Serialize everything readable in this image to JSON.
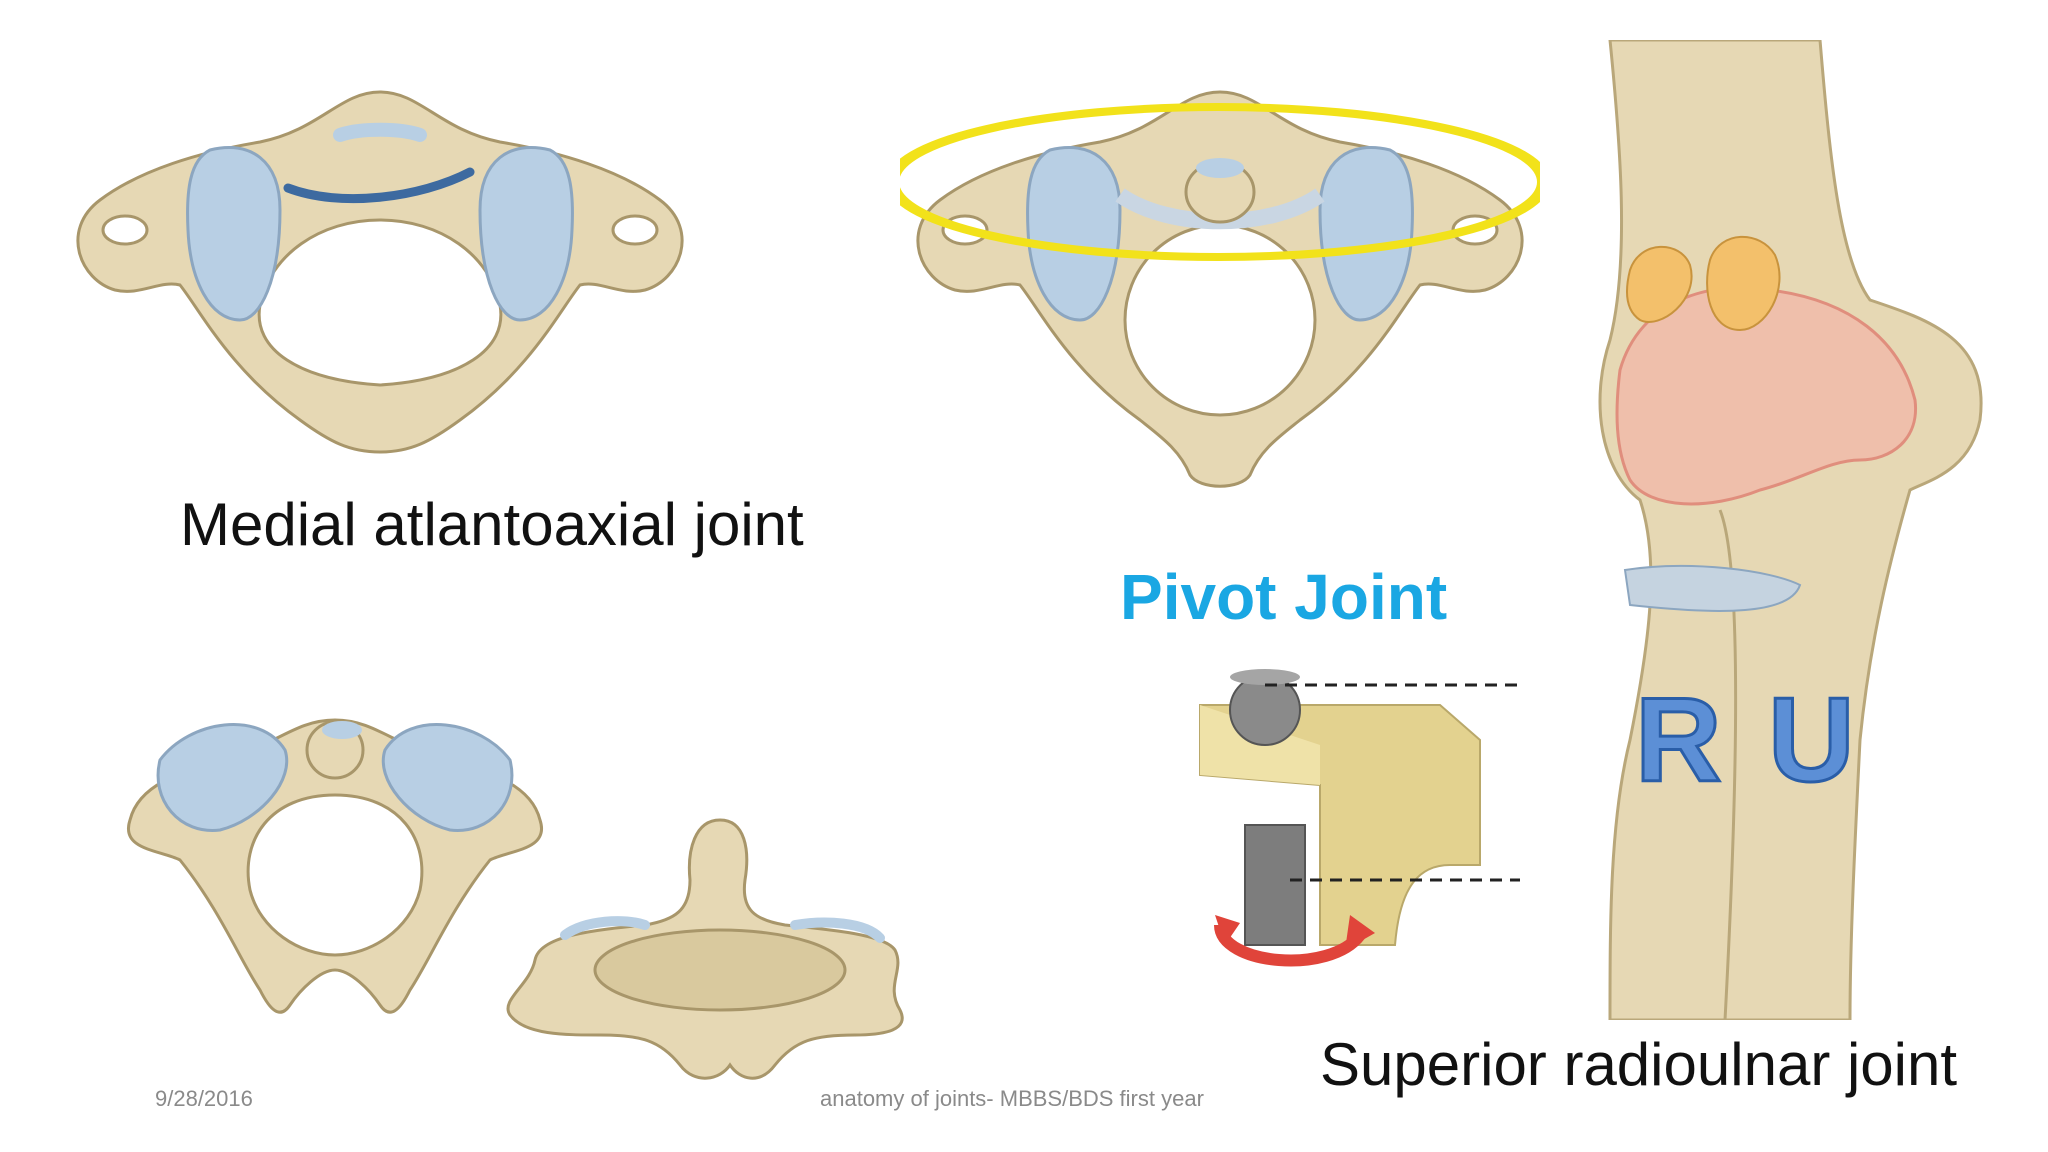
{
  "slide": {
    "caption_medial": "Medial atlantoaxial joint",
    "title_pivot": "Pivot Joint",
    "caption_superior": "Superior radioulnar joint",
    "footer_date": "9/28/2016",
    "footer_course": "anatomy of joints- MBBS/BDS first year",
    "label_radius": "R",
    "label_ulna": "U"
  },
  "colors": {
    "bone": "#e6d8b4",
    "bone_shadow": "#b9a77a",
    "cartilage": "#b8cfe4",
    "highlight_ring": "#f2e21a",
    "ligament_line": "#3d6aa0",
    "pivot_title": "#1aa7e3",
    "letters": "#5c8fd6",
    "capsule": "#f2b7a8",
    "fat_pad": "#f3c06b",
    "block": "#e3d28f",
    "arrow": "#e0443a"
  },
  "icons": {
    "rotation_arrow": "curved-arrow-icon"
  }
}
